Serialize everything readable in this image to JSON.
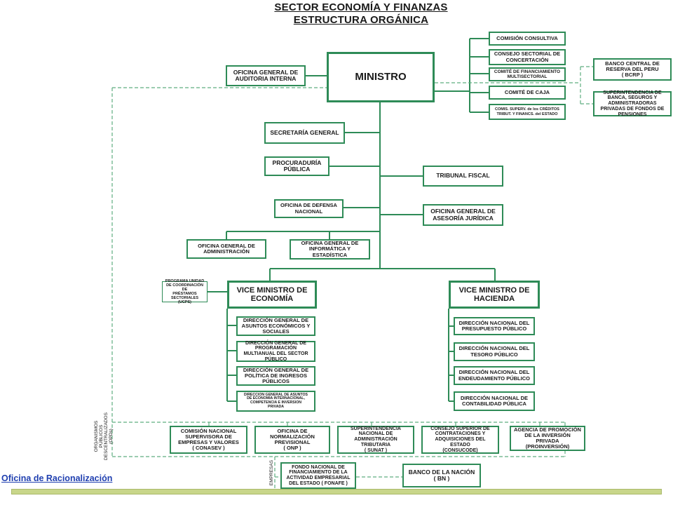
{
  "title": {
    "line1": "SECTOR ECONOMÍA Y FINANZAS",
    "line2": "ESTRUCTURA ORGÁNICA"
  },
  "nodes": {
    "ministro": "MINISTRO",
    "auditoria": "OFICINA GENERAL DE\nAUDITORIA INTERNA",
    "comision_consultiva": "COMISIÓN CONSULTIVA",
    "consejo_sectorial": "CONSEJO SECTORIAL DE\nCONCERTACIÓN",
    "comite_financiamiento": "COMITÉ DE FINANCIAMIENTO\nMULTISECTORIAL",
    "comite_caja": "COMITÉ DE CAJA",
    "comis_superv": "COMIS. SUPERV. de los CRÉDITOS\nTRIBUT. Y FINANCS. del ESTADO",
    "bcrp": "BANCO CENTRAL   DE\nRESERVA  DEL PERU\n( BCRP )",
    "sbs": "SUPERINTENDENCIA DE\nBANCA, SEGUROS Y\nADMINISTRADORAS\nPRIVADAS DE FONDOS DE\nPENSIONES",
    "secretaria": "SECRETARÍA GENERAL",
    "procuraduria": "PROCURADURÍA\nPÚBLICA",
    "tribunal": "TRIBUNAL FISCAL",
    "defensa": "OFICINA DE DEFENSA\nNACIONAL",
    "asesoria": "OFICINA GENERAL DE\nASESORÍA JURÍDICA",
    "administracion": "OFICINA GENERAL DE\nADMINISTRACIÓN",
    "informatica": "OFICINA GENERAL  DE\nINFORMÁTICA Y\nESTADÍSTICA",
    "ucps": "PROGRAMA UNIDAD\nDE COORDINACIÓN DE\nPRÉSTAMOS\nSECTORIALES (UCPS)",
    "vm_economia": "VICE MINISTRO DE\nECONOMÍA",
    "vm_hacienda": "VICE MINISTRO DE\nHACIENDA",
    "dg_asuntos": "DIRECCIÓN GENERAL  DE\nASUNTOS ECONÓMICOS Y\nSOCIALES",
    "dg_programacion": "DIRECCIÓN GENERAL DE\nPROGRAMACIÓN\nMULTIANUAL DEL SECTOR\nPÚBLICO",
    "dg_politica": "DIRECCIÓN GENERAL DE\nPOLÍTICA DE INGRESOS\nPÚBLICOS",
    "dg_internacional": "DIRECCION GENERAL DE ASUNTOS\nDE ECONOMIA INTERNACIONAL,\nCOMPETENCIA E INVERSION\nPRIVADA",
    "dn_presupuesto": "DIRECCIÓN NACIONAL DEL\nPRESUPUESTO PÚBLICO",
    "dn_tesoro": "DIRECCIÓN NACIONAL DEL\nTESORO PÚBLICO",
    "dn_endeudamiento": "DIRECCIÓN NACIONAL DEL\nENDEUDAMIENTO PÚBLICO",
    "dn_contabilidad": "DIRECCIÓN NACIONAL DE\nCONTABILIDAD PÚBLICA",
    "conasev": "COMISIÓN NACIONAL\nSUPERVISORA DE\nEMPRESAS Y VALORES\n( CONASEV )",
    "onp": "OFICINA DE\nNORMALIZACIÓN\nPREVISIONAL\n( ONP )",
    "sunat": "SUPERINTENDENCIA\nNACIONAL DE\nADMINISTRACIÓN\nTRIBUTARIA\n( SUNAT )",
    "consucode": "CONSEJO SUPERIOR DE\nCONTRATACIONES Y\nADQUISICIONES DEL\nESTADO\n(CONSUCODE)",
    "proinversion": "AGENCIA DE PROMOCIÓN\nDE LA INVERSIÓN\nPRIVADA\n(PROINVERSIÓN)",
    "fonafe": "FONDO NACIONAL DE\nFINANCIAMIENTO DE LA\nACTIVIDAD EMPRESARIAL\nDEL ESTADO ( FONAFE )",
    "bn": "BANCO DE LA NACIÓN\n( BN )"
  },
  "labels": {
    "opds": "ORGANISMOS PÚBLICOS\nDESCENTRALIZADOS\n(OPDs)",
    "empresas": "EMPRESAS"
  },
  "footer": "Oficina de Racionalización",
  "colors": {
    "line": "#2e8b57",
    "footer_text": "#1f3fb0",
    "bar": "#c8d68a"
  }
}
